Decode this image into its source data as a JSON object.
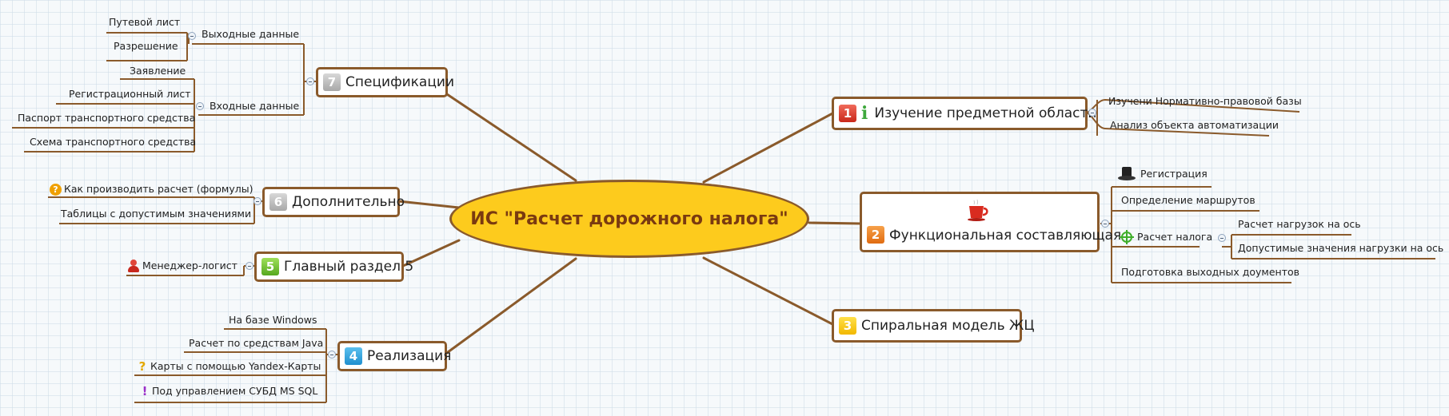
{
  "central": "ИС \"Расчет дорожного налога\"",
  "topics": [
    {
      "num": "1",
      "label": "Изучение предметной области",
      "icon": "info-icon",
      "color": "#d6281a",
      "children": [
        {
          "label": "Изучени Нормативно-правовой базы"
        },
        {
          "label": "Анализ объекта автоматизации"
        }
      ]
    },
    {
      "num": "2",
      "label": "Функциональная составляющая",
      "icon": "coffee-cup-icon",
      "color": "#e87a18",
      "children": [
        {
          "label": "Регистрация",
          "icon": "top-hat-icon"
        },
        {
          "label": "Определение маршрутов"
        },
        {
          "label": "Расчет налога",
          "icon": "target-icon",
          "children": [
            {
              "label": "Расчет нагрузок на ось"
            },
            {
              "label": "Допустимые значения нагрузки на ось"
            }
          ]
        },
        {
          "label": "Подготовка выходных доументов"
        }
      ]
    },
    {
      "num": "3",
      "label": "Спиральная модель ЖЦ",
      "color": "#f5c400"
    },
    {
      "num": "4",
      "label": "Реализация",
      "color": "#2a9ad6",
      "children": [
        {
          "label": "На базе Windows"
        },
        {
          "label": "Расчет по средствам Java"
        },
        {
          "label": "Карты с помощью Yandex-Карты",
          "icon": "question-mark-icon"
        },
        {
          "label": "Под управлением СУБД MS SQL",
          "icon": "exclamation-icon"
        }
      ]
    },
    {
      "num": "5",
      "label": "Главный раздел 5",
      "color": "#6cc02a",
      "children": [
        {
          "label": "Менеджер-логист",
          "icon": "person-icon"
        }
      ]
    },
    {
      "num": "6",
      "label": "Дополнительно",
      "color": "#b0b0b0",
      "children": [
        {
          "label": "Как производить расчет (формулы)",
          "icon": "question-circle-icon"
        },
        {
          "label": "Таблицы с допустимым значениями"
        }
      ]
    },
    {
      "num": "7",
      "label": "Спецификации",
      "color": "#b0b0b0",
      "children": [
        {
          "label": "Выходные данные",
          "children": [
            {
              "label": "Путевой лист"
            },
            {
              "label": "Разрешение"
            }
          ]
        },
        {
          "label": "Входные данные",
          "children": [
            {
              "label": "Заявление"
            },
            {
              "label": "Регистрационный лист"
            },
            {
              "label": "Паспорт транспортного средства"
            },
            {
              "label": "Схема транспортного средства"
            }
          ]
        }
      ]
    }
  ],
  "colors": {
    "line": "#8a5a2b",
    "central_fill": "#fdcb1d",
    "central_text": "#7a3a10"
  }
}
